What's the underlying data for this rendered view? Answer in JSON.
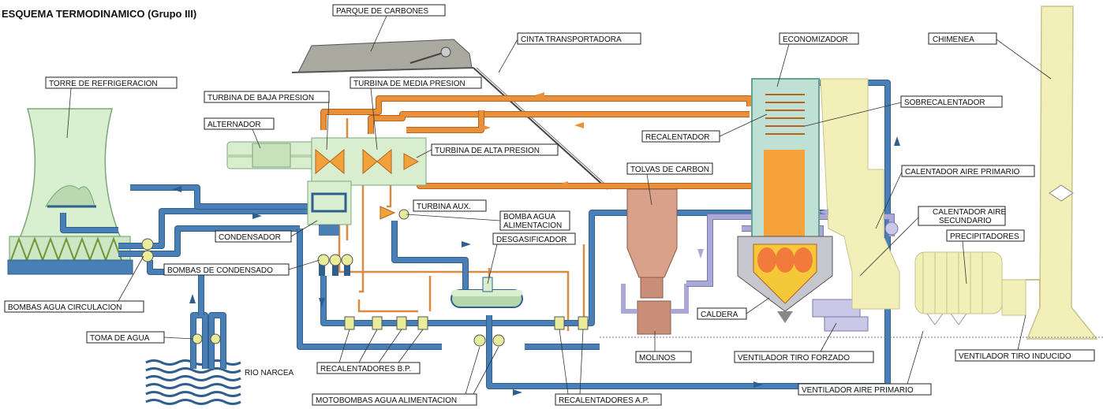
{
  "title": "ESQUEMA TERMODINAMICO (Grupo III)",
  "labels": {
    "parque_carbones": "PARQUE DE CARBONES",
    "cinta_transportadora": "CINTA TRANSPORTADORA",
    "economizador": "ECONOMIZADOR",
    "chimenea": "CHIMENEA",
    "torre_refrigeracion": "TORRE DE REFRIGERACION",
    "turbina_baja": "TURBINA DE BAJA PRESION",
    "turbina_media": "TURBINA DE MEDIA PRESION",
    "alternador": "ALTERNADOR",
    "turbina_alta": "TURBINA DE ALTA PRESION",
    "sobrecalentador": "SOBRECALENTADOR",
    "recalentador": "RECALENTADOR",
    "tolvas_carbon": "TOLVAS DE CARBON",
    "calentador_primario": "CALENTADOR AIRE PRIMARIO",
    "turbina_aux": "TURBINA AUX.",
    "bomba_agua_1": "BOMBA  AGUA",
    "bomba_agua_2": "ALIMENTACION",
    "calentador_secundario_1": "CALENTADOR AIRE",
    "calentador_secundario_2": "SECUNDARIO",
    "desgasificador": "DESGASIFICADOR",
    "precipitadores": "PRECIPITADORES",
    "condensador": "CONDENSADOR",
    "bombas_condensado": "BOMBAS DE CONDENSADO",
    "bombas_circulacion": "BOMBAS AGUA CIRCULACION",
    "caldera": "CALDERA",
    "ventilador_inducido": "VENTILADOR TIRO INDUCIDO",
    "toma_agua": "TOMA DE AGUA",
    "molinos": "MOLINOS",
    "ventilador_forzado": "VENTILADOR TIRO FORZADO",
    "rio_narcea": "RIO NARCEA",
    "recalentadores_bp": "RECALENTADORES B.P.",
    "ventilador_primario": "VENTILADOR AIRE PRIMARIO",
    "motobombas": "MOTOBOMBAS AGUA ALIMENTACION",
    "recalentadores_ap": "RECALENTADORES A.P."
  },
  "colors": {
    "cooling_water": "#4a7fb5",
    "steam": "#e8913a",
    "air": "#a9a8d6",
    "tower_fill": "#d8efd0",
    "boiler_flame": "#f2a23a",
    "duct_yellow": "#f3efb8",
    "coal_hopper": "#d9a08a"
  }
}
